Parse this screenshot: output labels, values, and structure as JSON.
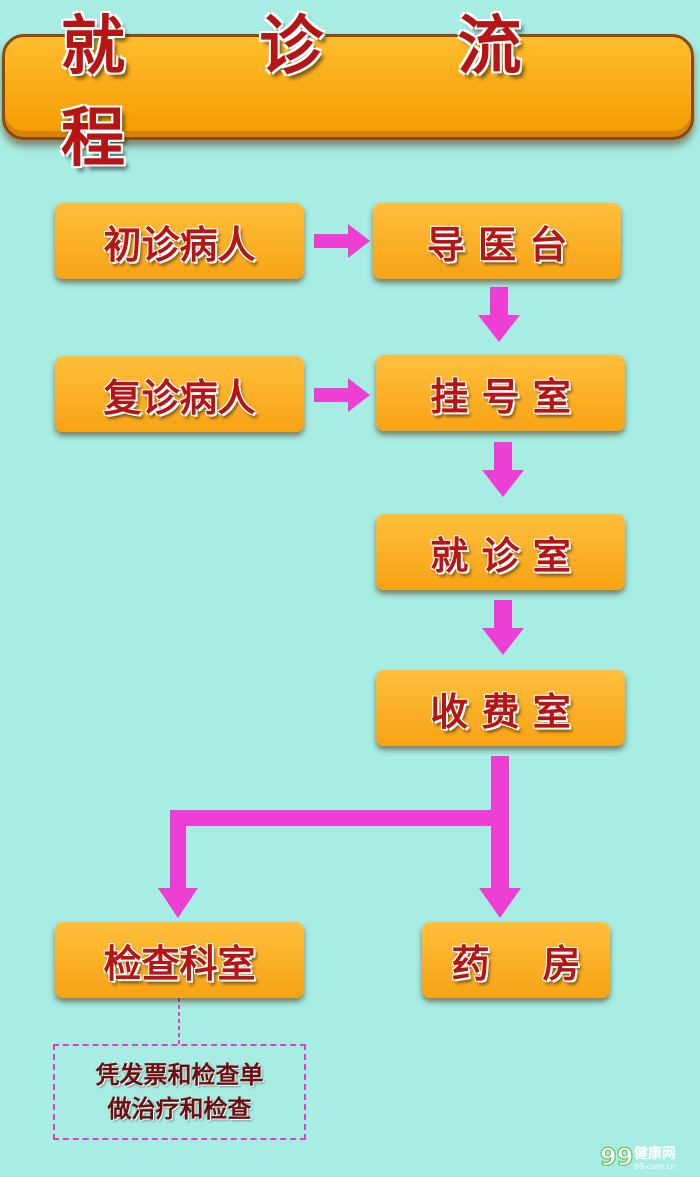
{
  "title": "就 诊 流 程",
  "nodes": {
    "first_visit": "初诊病人",
    "guide_desk": "导 医 台",
    "return_visit": "复诊病人",
    "registration": "挂 号 室",
    "consult_room": "就 诊 室",
    "cashier": "收 费 室",
    "exam_dept": "检查科室",
    "pharmacy": "药    房"
  },
  "note": {
    "line1": "凭发票和检查单",
    "line2": "做治疗和检查"
  },
  "colors": {
    "background": "#a7ede4",
    "box": "#f7a315",
    "text": "#b51515",
    "arrow": "#ee3fd5"
  },
  "watermark": {
    "brand": "健康网",
    "domain": "99.com.cn",
    "mark": "99"
  }
}
